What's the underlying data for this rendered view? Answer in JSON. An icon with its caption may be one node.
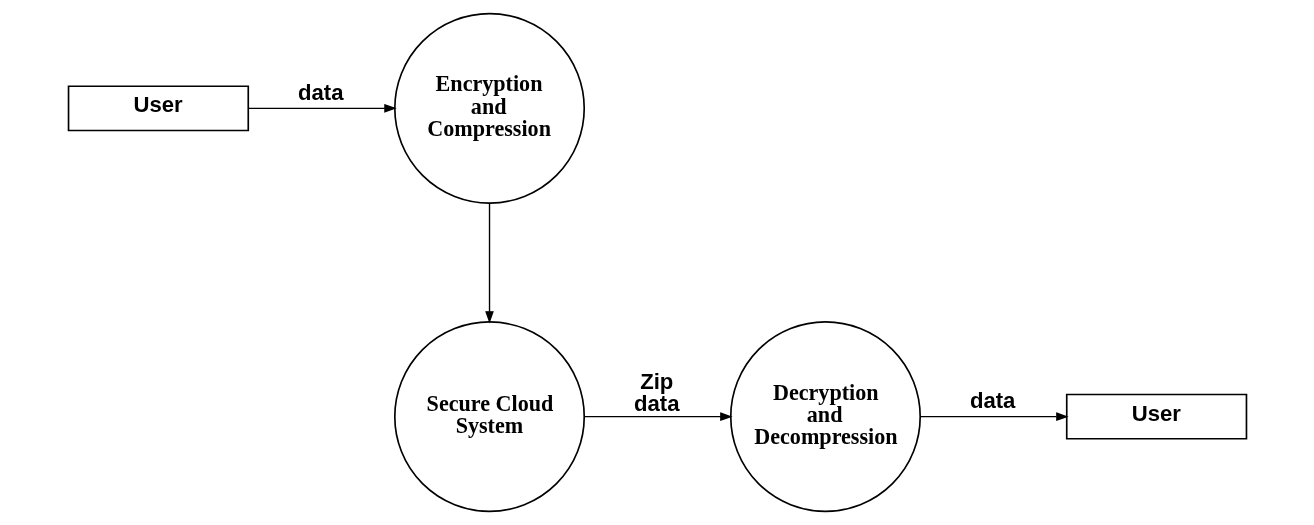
{
  "diagram": {
    "nodes": [
      {
        "text": [
          "User"
        ]
      },
      {
        "text": [
          "Encryption and Compression"
        ]
      },
      {
        "text": [
          "Secure Cloud System"
        ]
      },
      {
        "text": [
          "Decryption and Decompression"
        ]
      },
      {
        "text": [
          "User"
        ]
      }
    ],
    "edges": [
      {
        "from": 0,
        "to": 1,
        "arrow": "to",
        "label": "data"
      },
      {
        "from": 1,
        "to": 2,
        "arrow": "to"
      },
      {
        "from": 2,
        "to": 3,
        "arrow": "to",
        "label": "Zip data"
      },
      {
        "from": 3,
        "to": 4,
        "arrow": "to",
        "label": "data"
      }
    ]
  }
}
